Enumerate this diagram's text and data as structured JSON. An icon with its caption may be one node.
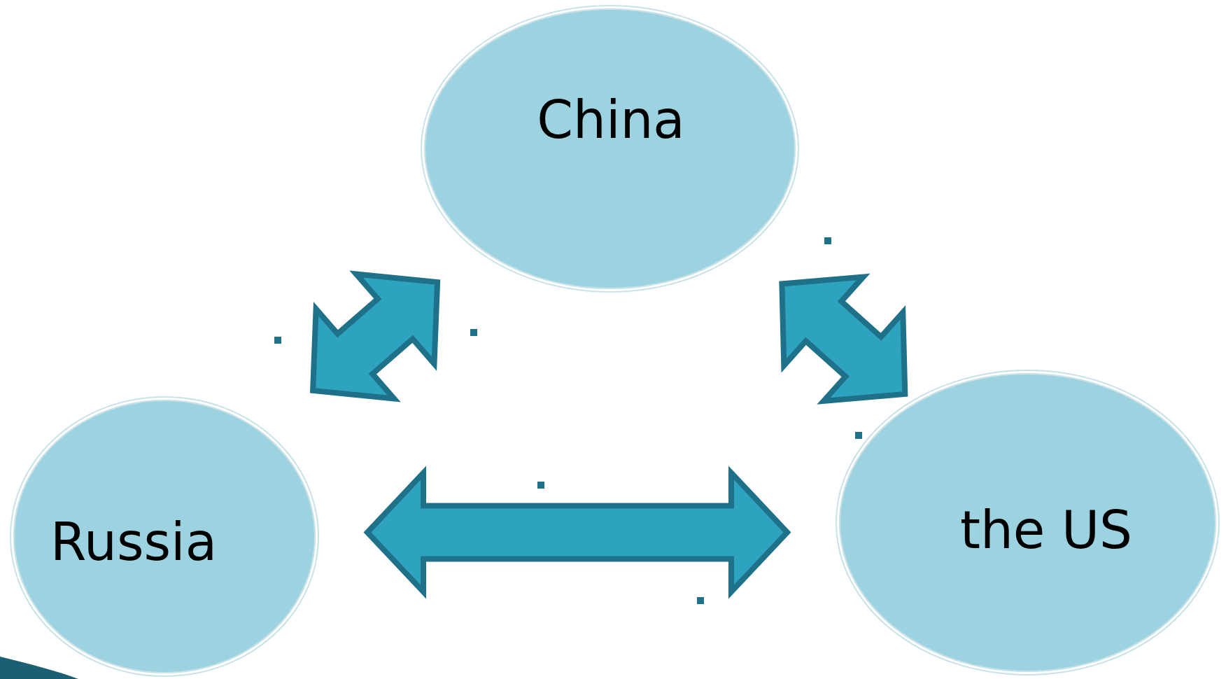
{
  "diagram": {
    "nodes": [
      {
        "text": [
          "China"
        ]
      },
      {
        "text": [
          "Russia"
        ]
      },
      {
        "text": [
          "the US"
        ]
      }
    ],
    "edges": [
      {
        "from": 1,
        "to": 0,
        "arrow": "both"
      },
      {
        "from": 0,
        "to": 2,
        "arrow": "both"
      },
      {
        "from": 1,
        "to": 2,
        "arrow": "both"
      }
    ]
  }
}
